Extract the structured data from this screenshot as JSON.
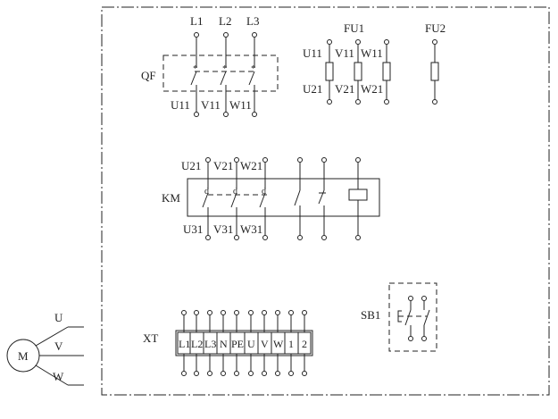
{
  "panel": {
    "qf": {
      "label": "QF",
      "lines": [
        "L1",
        "L2",
        "L3"
      ],
      "outputs": [
        "U11",
        "V11",
        "W11"
      ]
    },
    "fu1": {
      "label": "FU1",
      "inputs": [
        "U11",
        "V11",
        "W11"
      ],
      "outputs": [
        "U21",
        "V21",
        "W21"
      ]
    },
    "fu2": {
      "label": "FU2"
    },
    "km": {
      "label": "KM",
      "inputs": [
        "U21",
        "V21",
        "W21"
      ],
      "outputs": [
        "U31",
        "V31",
        "W31"
      ]
    },
    "xt": {
      "label": "XT",
      "terminals": [
        "L1",
        "L2",
        "L3",
        "N",
        "PE",
        "U",
        "V",
        "W",
        "1",
        "2"
      ]
    },
    "sb1": {
      "label": "SB1"
    }
  },
  "motor": {
    "label": "M",
    "phases": [
      "U",
      "V",
      "W"
    ]
  }
}
